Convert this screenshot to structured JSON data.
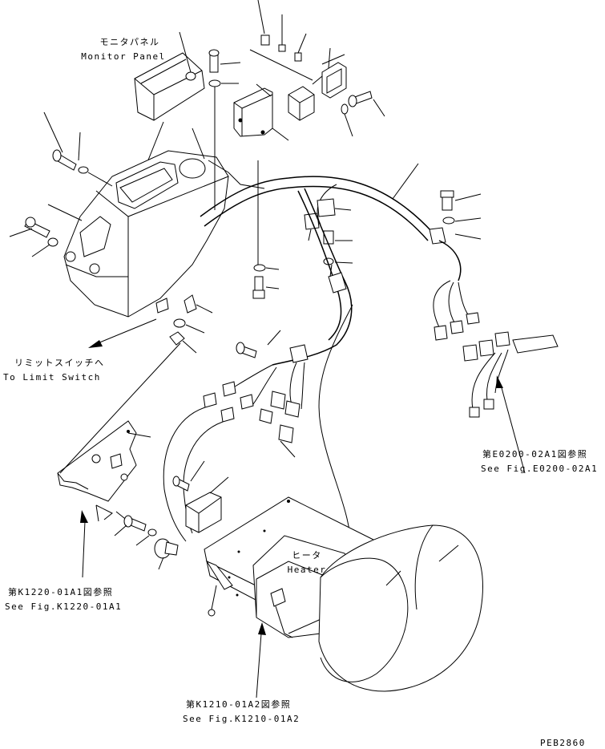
{
  "labels": {
    "monitor_panel_jp": "モニタパネル",
    "monitor_panel_en": "Monitor Panel",
    "limit_switch_jp": "リミットスイッチへ",
    "limit_switch_en": "To Limit Switch",
    "fig_e0200_jp": "第E0200-02A1図参照",
    "fig_e0200_en": "See Fig.E0200-02A1",
    "heater_jp": "ヒータ",
    "heater_en": "Heater",
    "fig_k1220_jp": "第K1220-01A1図参照",
    "fig_k1220_en": "See Fig.K1220-01A1",
    "fig_k1210_jp": "第K1210-01A2図参照",
    "fig_k1210_en": "See Fig.K1210-01A2",
    "drawing_code": "PEB2860"
  }
}
